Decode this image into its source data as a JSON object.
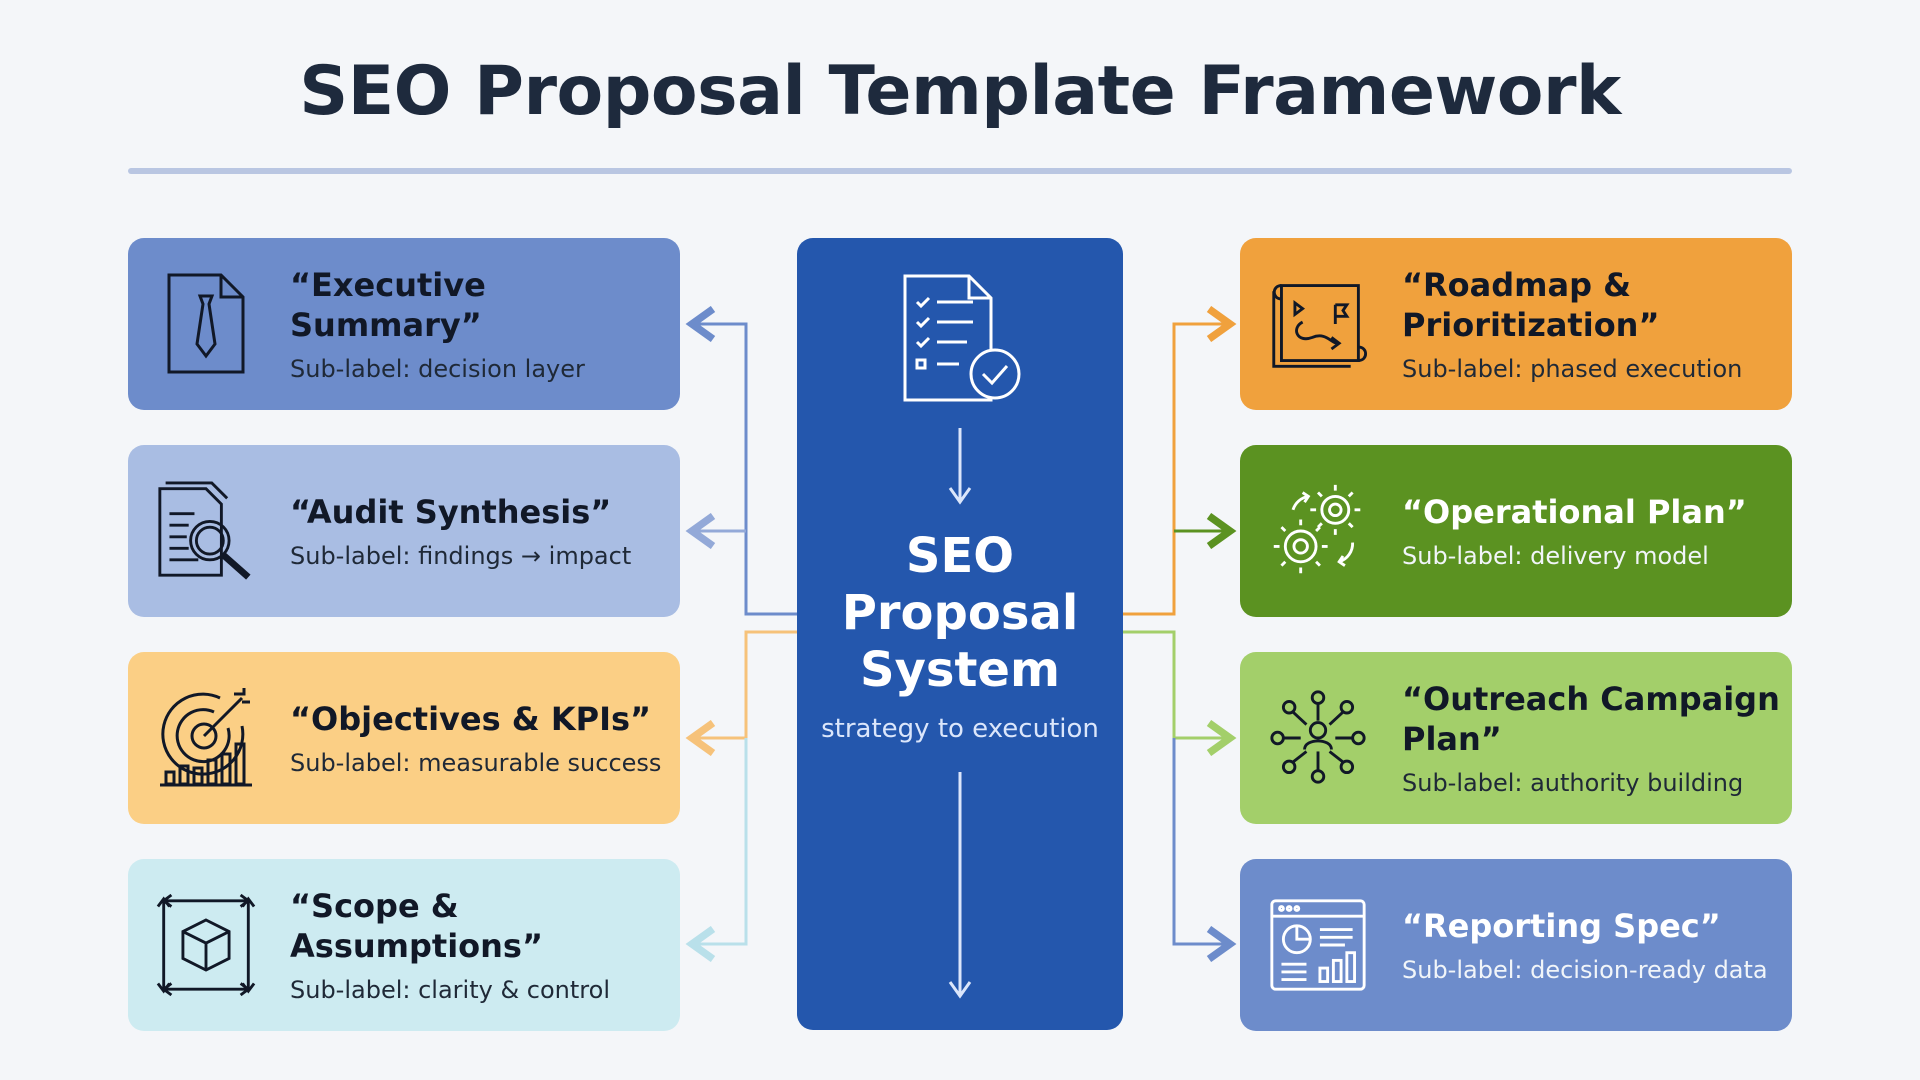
{
  "title": "SEO Proposal Template Framework",
  "center": {
    "title": "SEO\nProposal\nSystem",
    "subtitle": "strategy to execution",
    "color": "#2457ad"
  },
  "left_cards": [
    {
      "label": "“Executive Summary”",
      "sub": "Sub-label: decision layer",
      "color": "#6d8ccb",
      "icon": "document-tie-icon"
    },
    {
      "label": "“Audit Synthesis”",
      "sub": "Sub-label: findings → impact",
      "color": "#a9bde3",
      "icon": "magnifier-document-icon"
    },
    {
      "label": "“Objectives & KPIs”",
      "sub": "Sub-label: measurable success",
      "color": "#fbcf85",
      "icon": "target-chart-icon"
    },
    {
      "label": "“Scope &\nAssumptions”",
      "sub": "Sub-label: clarity & control",
      "color": "#cdebf1",
      "icon": "cube-expand-icon"
    }
  ],
  "right_cards": [
    {
      "label": "“Roadmap &\nPrioritization”",
      "sub": "Sub-label: phased execution",
      "color": "#f0a13d",
      "icon": "map-route-icon"
    },
    {
      "label": "“Operational Plan”",
      "sub": "Sub-label: delivery model",
      "color": "#5b9221",
      "icon": "gears-icon"
    },
    {
      "label": "“Outreach Campaign\nPlan”",
      "sub": "Sub-label: authority building",
      "color": "#a3cf6a",
      "icon": "network-person-icon"
    },
    {
      "label": "“Reporting Spec”",
      "sub": "Sub-label: decision-ready data",
      "color": "#6d8ccb",
      "icon": "dashboard-report-icon"
    }
  ]
}
